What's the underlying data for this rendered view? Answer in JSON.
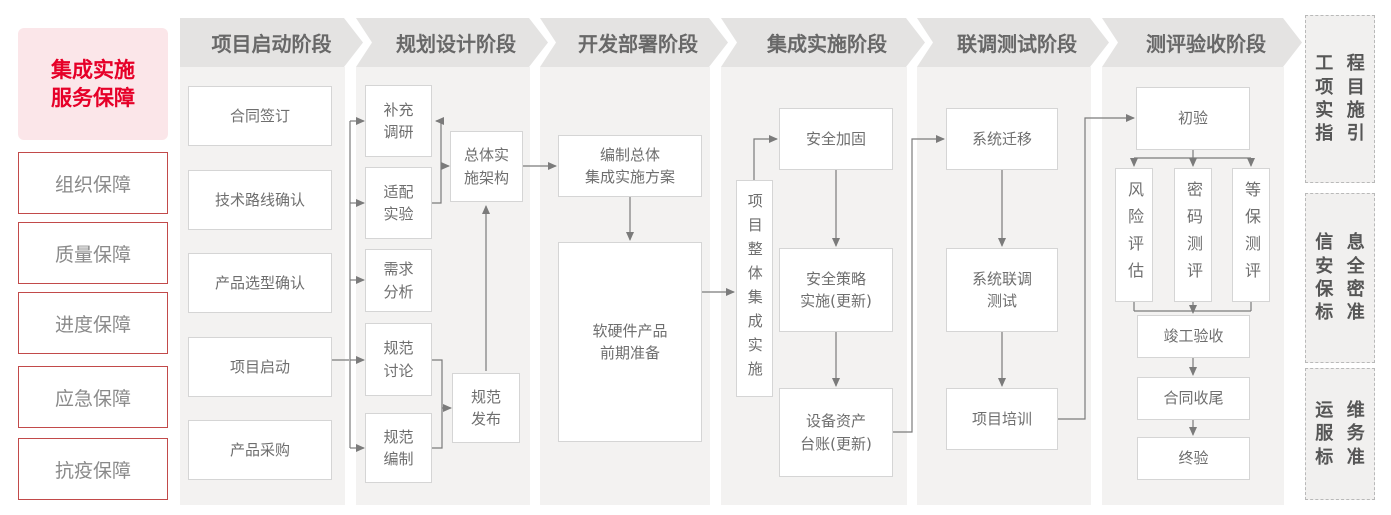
{
  "colors": {
    "brand_red": "#e60028",
    "pink_bg": "#fbe6e9",
    "red_border": "#c24a4a",
    "phase_header_bg": "#e4e3e2",
    "column_bg": "#f3f2f1",
    "box_border": "#d5d5d5",
    "box_text_gray": "#6e6e6e",
    "connector_gray": "#7b7b7b"
  },
  "left_panel": {
    "header": "集成实施\n服务保障",
    "items": [
      "组织保障",
      "质量保障",
      "进度保障",
      "应急保障",
      "抗疫保障"
    ]
  },
  "phases": [
    "项目启动阶段",
    "规划设计阶段",
    "开发部署阶段",
    "集成实施阶段",
    "联调测试阶段",
    "测评验收阶段"
  ],
  "nodes": {
    "contract_sign": "合同签订",
    "tech_route": "技术路线确认",
    "product_select": "产品选型确认",
    "project_kickoff": "项目启动",
    "procurement": "产品采购",
    "supp_research": "补充\n调研",
    "adapt_test": "适配\n实验",
    "req_analysis": "需求\n分析",
    "spec_discuss": "规范\n讨论",
    "spec_draft": "规范\n编制",
    "overall_arch": "总体实\n施架构",
    "spec_release": "规范\n发布",
    "overall_plan": "编制总体\n集成实施方案",
    "hw_sw_prep": "软硬件产品\n前期准备",
    "overall_impl": "项目整体集成实施",
    "sec_harden": "安全加固",
    "sec_policy": "安全策略\n实施(更新)",
    "asset_ledger": "设备资产\n台账(更新)",
    "sys_migration": "系统迁移",
    "joint_test": "系统联调\n测试",
    "training": "项目培训",
    "initial_accept": "初验",
    "risk_assess": "风险评估",
    "crypto_eval": "密码测评",
    "mlps_eval": "等保测评",
    "completion_accept": "竣工验收",
    "contract_close": "合同收尾",
    "final_accept": "终验"
  },
  "right_panel": [
    {
      "lines": [
        "工程",
        "项目",
        "实施",
        "指引"
      ]
    },
    {
      "lines": [
        "信息",
        "安全",
        "保密",
        "标准"
      ]
    },
    {
      "lines": [
        "运维",
        "服务",
        "标准"
      ]
    }
  ]
}
